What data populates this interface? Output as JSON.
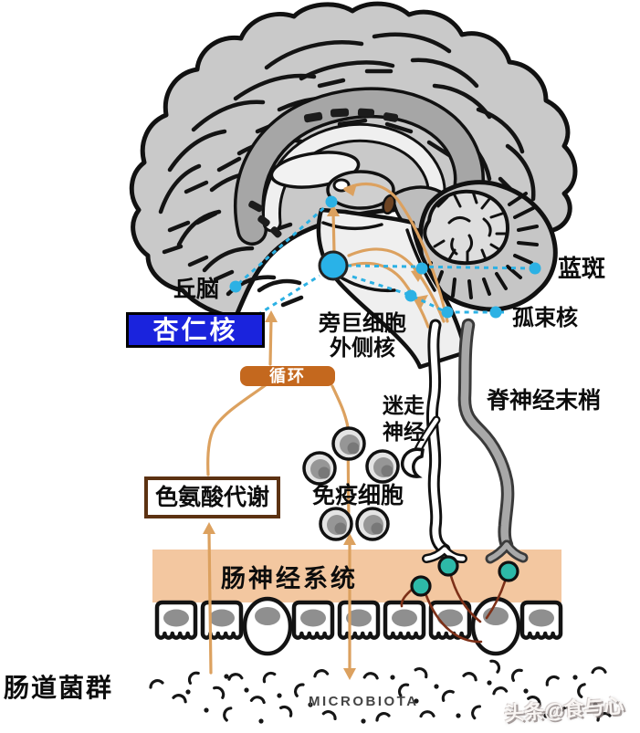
{
  "diagram": {
    "brain_labels": {
      "thalamus": "丘脑",
      "amygdala": "杏仁核",
      "locus_coeruleus": "蓝斑",
      "solitary_nucleus": "孤束核",
      "paragigantocellular_line1": "旁巨细胞",
      "paragigantocellular_line2": "外侧核"
    },
    "pathway_labels": {
      "circulation": "循环",
      "tryptophan_metabolism": "色氨酸代谢",
      "spinal_nerve_endings": "脊神经末梢",
      "vagus_line1": "迷走",
      "vagus_line2": "神经",
      "immune_cells": "免疫细胞"
    },
    "gut_labels": {
      "enteric_nervous_system": "肠神经系统",
      "gut_microbiota": "肠道菌群",
      "microbiota_en": "MICROBIOTA"
    },
    "watermark": "头条@食与心",
    "colors": {
      "amygdala_box_bg": "#1a23dd",
      "circulation_box_bg": "#c4681e",
      "tryptophan_box_border": "#5c3212",
      "ens_band": "#f3c7a0",
      "pathway_orange": "#dca15f",
      "marker_cyan": "#2cb1e4",
      "cell_teal": "#2db9a8",
      "nerve_gray": "#a8a8a8",
      "signal_dark_red": "#7d3018",
      "brain_gray": "#c9c9c9"
    }
  }
}
